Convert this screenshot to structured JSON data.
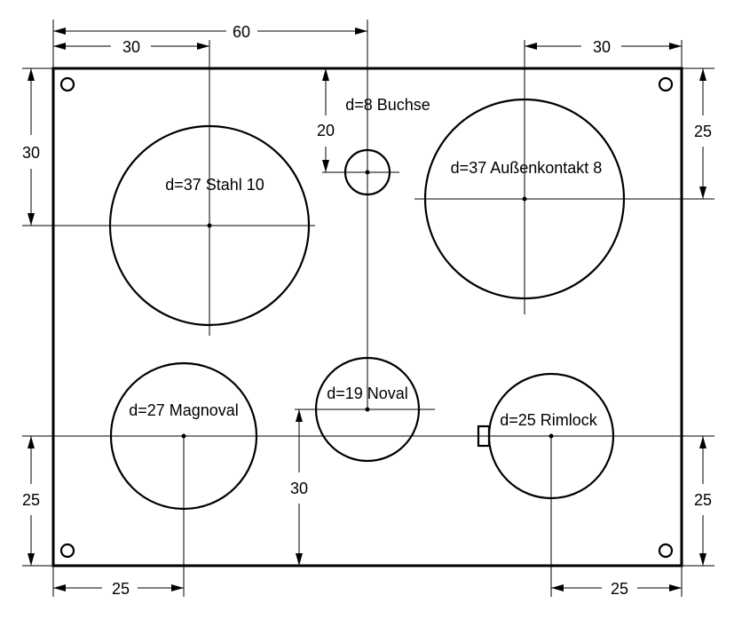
{
  "labels": {
    "hole_stahl": "d=37 Stahl 10",
    "hole_buchse": "d=8 Buchse",
    "hole_aussen": "d=37 Außenkontakt 8",
    "hole_magnoval": "d=27 Magnoval",
    "hole_noval": "d=19 Noval",
    "hole_rimlock": "d=25 Rimlock"
  },
  "dimensions": {
    "top_60": "60",
    "top_left_30": "30",
    "top_right_30": "30",
    "left_30": "30",
    "buchse_20": "20",
    "right_25_top": "25",
    "left_25_bottom": "25",
    "right_25_bottom": "25",
    "center_30": "30",
    "bottom_left_25": "25",
    "bottom_right_25": "25"
  }
}
